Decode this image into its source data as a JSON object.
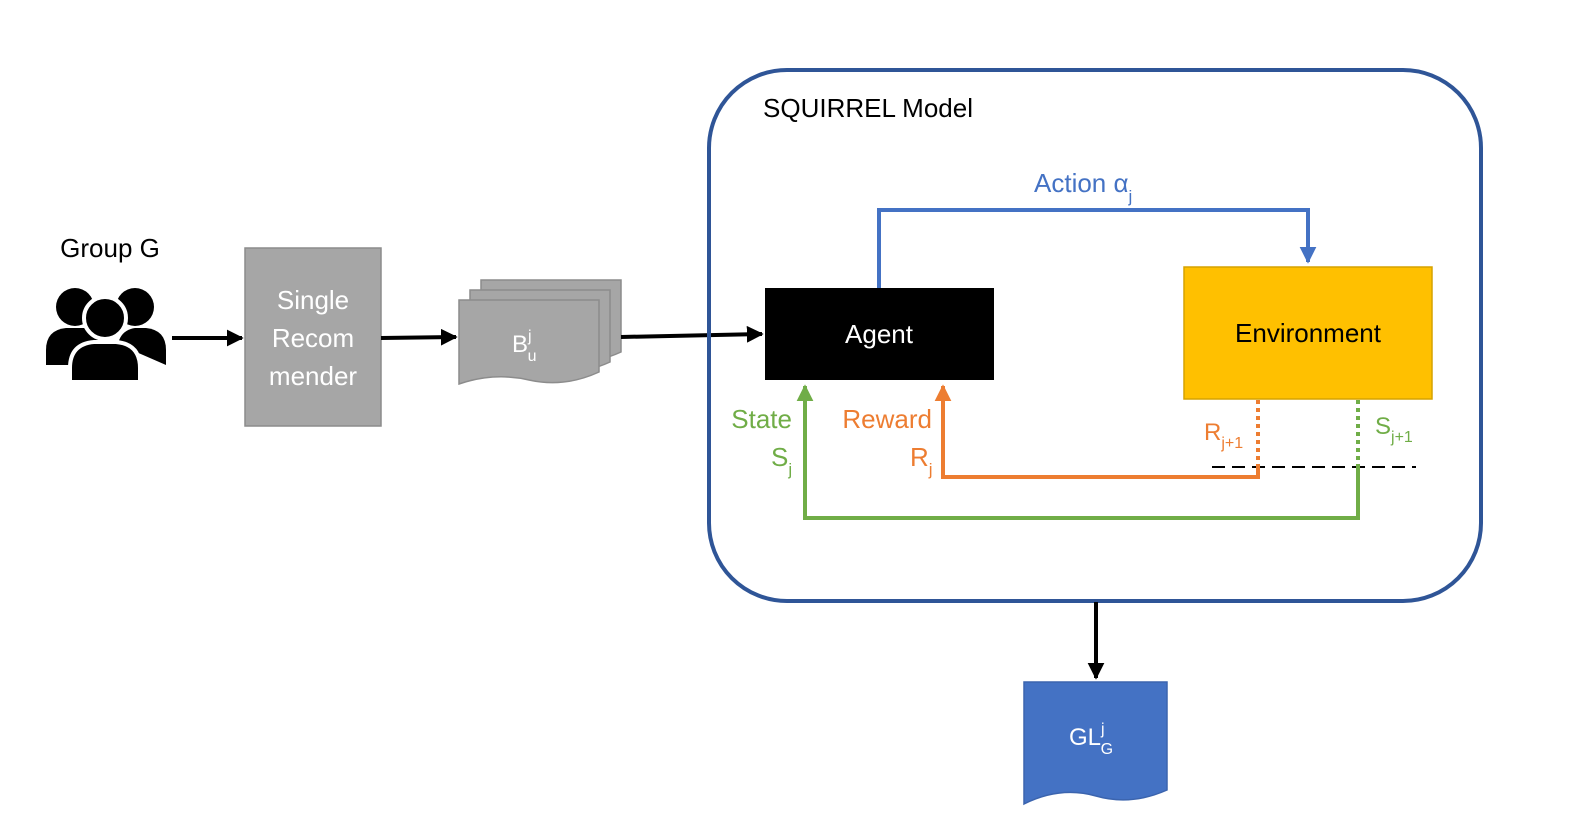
{
  "group": {
    "label": "Group G",
    "icon": "people-group-icon"
  },
  "recommender": {
    "line1": "Single",
    "line2": "Recom",
    "line3": "mender",
    "color": "#a6a6a6"
  },
  "baskets": {
    "base": "B",
    "sup": "j",
    "sub": "u",
    "color": "#a6a6a6"
  },
  "model": {
    "title": "SQUIRREL Model",
    "border_color": "#2f5597"
  },
  "agent": {
    "label": "Agent",
    "color": "#000000"
  },
  "environment": {
    "label": "Environment",
    "color": "#ffc000"
  },
  "action": {
    "text": "Action α",
    "sub": "j",
    "color": "#4472c4"
  },
  "state": {
    "word": "State",
    "base": "S",
    "sub": "j",
    "next_base": "S",
    "next_sub": "j+1",
    "color": "#70ad47"
  },
  "reward": {
    "word": "Reward",
    "base": "R",
    "sub": "j",
    "next_base": "R",
    "next_sub": "j+1",
    "color": "#ed7d31"
  },
  "output": {
    "base": "GL",
    "sup": "j",
    "sub": "G",
    "color": "#4472c4"
  }
}
